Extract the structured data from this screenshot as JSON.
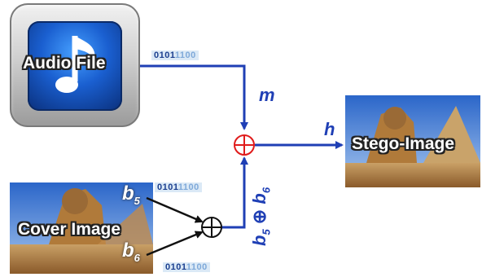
{
  "audio": {
    "label": "Audio File",
    "bits": [
      "0",
      "1",
      "0",
      "1",
      "1",
      "1",
      "0",
      "0"
    ]
  },
  "cover": {
    "label": "Cover Image",
    "b5": "b",
    "b5_sub": "5",
    "b6": "b",
    "b6_sub": "6"
  },
  "bits_top": [
    "0",
    "1",
    "0",
    "1",
    "1",
    "1",
    "0",
    "0"
  ],
  "bits_bottom": [
    "0",
    "1",
    "0",
    "1",
    "1",
    "1",
    "0",
    "0"
  ],
  "labels": {
    "m": "m",
    "h": "h",
    "xor_b": "b",
    "xor_b5_sub": "5",
    "xor_op": "⊕",
    "xor_b6_sub": "6"
  },
  "stego": {
    "label": "Stego-Image"
  },
  "colors": {
    "arrow": "#1f3fb5",
    "xor_red": "#e01b1b",
    "xor_black": "#111111"
  }
}
